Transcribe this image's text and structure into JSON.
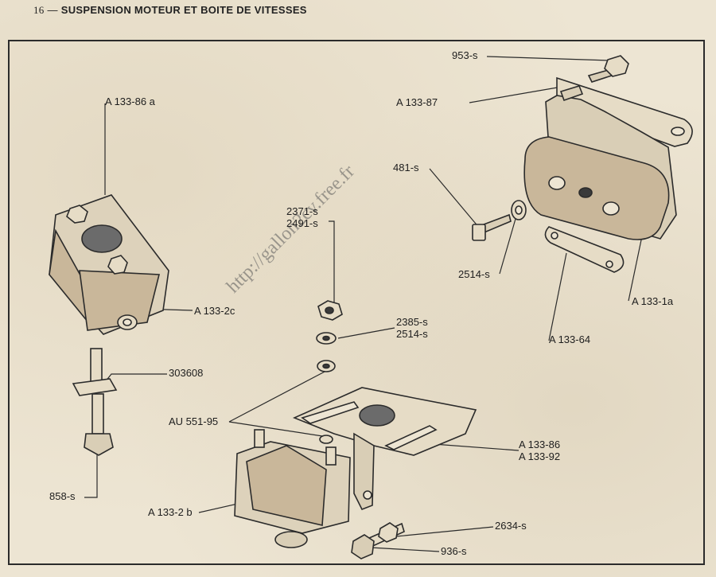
{
  "header": {
    "page_number": "16",
    "separator": "—",
    "title": "SUSPENSION MOTEUR ET BOITE DE VITESSES"
  },
  "watermark": "http://gallon2cv.free.fr",
  "labels": {
    "l953s": "953-s",
    "l13387": "A 133-87",
    "l13386a": "A 133-86 a",
    "l481s": "481-s",
    "l2371s": "2371-s",
    "l2491s": "2491-s",
    "l2514s_top": "2514-s",
    "l1331a": "A 133-1a",
    "l1332c": "A 133-2c",
    "l13364": "A 133-64",
    "l2385s": "2385-s",
    "l2514s_mid": "2514-s",
    "l303608": "303608",
    "lau55195": "AU 551-95",
    "l13386": "A 133-86",
    "l13392": "A 133-92",
    "l858s": "858-s",
    "l1332b": "A 133-2 b",
    "l2634s": "2634-s",
    "l936s": "936-s"
  },
  "colors": {
    "ink": "#2b2b2b",
    "paper": "#ede5d3",
    "rubber": "#c9b79a"
  }
}
